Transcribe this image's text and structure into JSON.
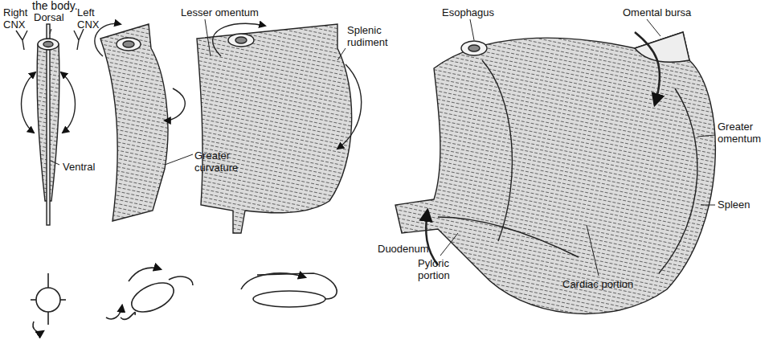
{
  "diagram": {
    "labels": [
      "the body.",
      "Right CNX",
      "Dorsal",
      "Left CNX",
      "Lesser omentum",
      "Esophagus",
      "Omental bursa",
      "Splenic rudiment",
      "Ventral",
      "Greater curvature",
      "Greater omentum",
      "Spleen",
      "Duodenum",
      "Pyloric portion",
      "Cardiac portion"
    ]
  }
}
